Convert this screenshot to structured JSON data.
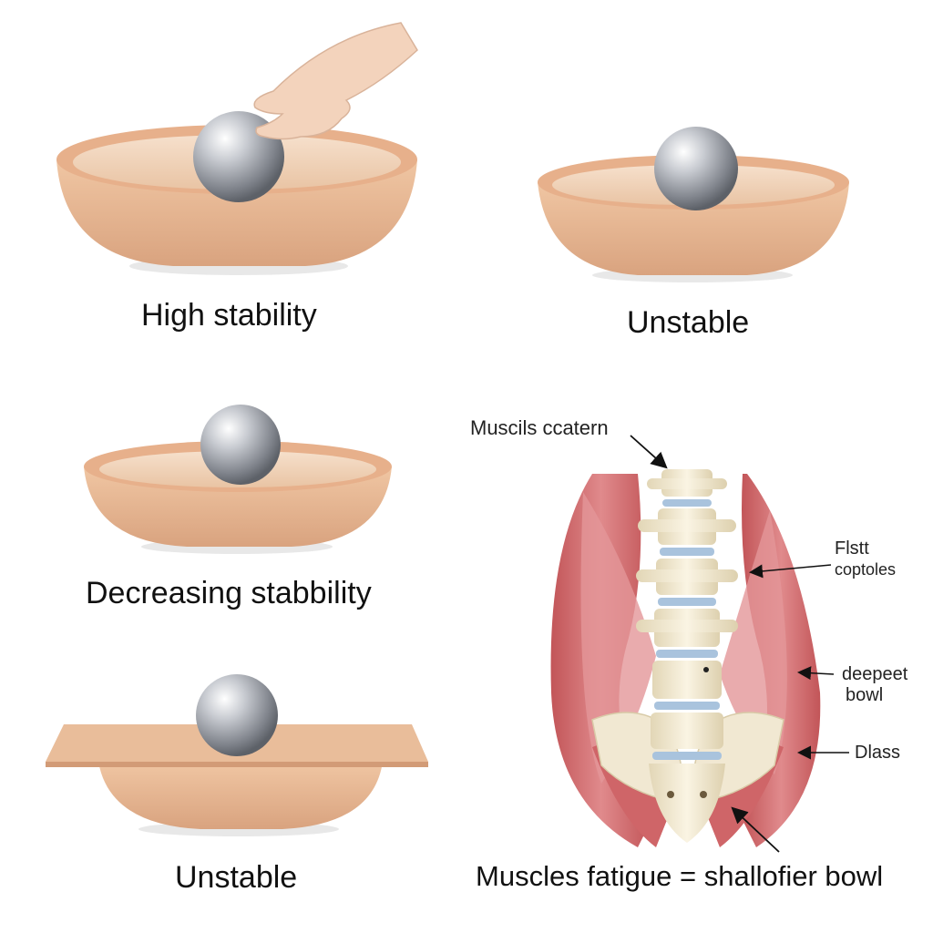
{
  "panels": {
    "top_left": {
      "caption": "High stability"
    },
    "top_right": {
      "caption": "Unstable"
    },
    "middle_left": {
      "caption": "Decreasing stabbility"
    },
    "bottom_left": {
      "caption": "Unstable"
    }
  },
  "spine_panel": {
    "caption": "Muscles fatigue = shallofier bowl",
    "labels": {
      "top": "Muscils ccatern",
      "right_1_line1": "Flstt",
      "right_1_line2": "coptoles",
      "right_2_line1": "deepeet",
      "right_2_line2": "bowl",
      "right_3": "Dlass"
    }
  },
  "colors": {
    "bowl": "#e8b894",
    "bowl_inner": "#f1d4bb",
    "ball": "#b9bcc2",
    "muscle": "#d46f73",
    "bone": "#efe6cf",
    "disc": "#a9c3dd"
  }
}
